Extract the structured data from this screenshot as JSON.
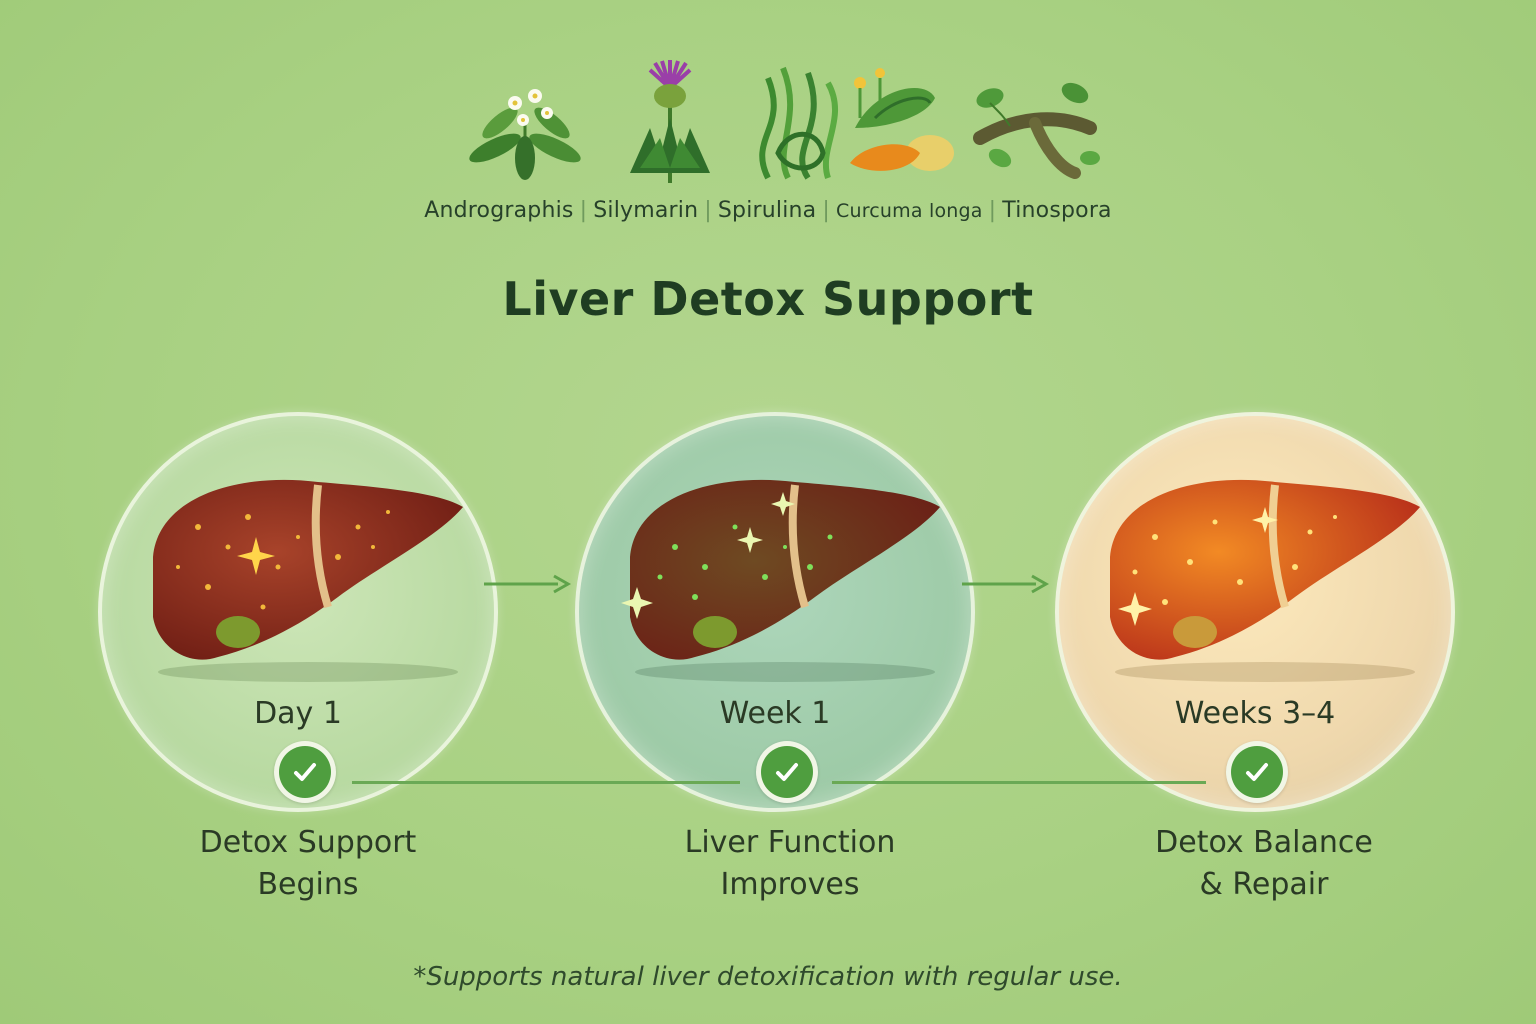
{
  "herbs": {
    "items": [
      {
        "name": "Andrographis",
        "icon": "andrographis-flower-icon"
      },
      {
        "name": "Silymarin",
        "icon": "milk-thistle-icon"
      },
      {
        "name": "Spirulina",
        "icon": "spirulina-seaweed-icon"
      },
      {
        "name": "Curcuma longa",
        "icon": "turmeric-root-icon"
      },
      {
        "name": "Tinospora",
        "icon": "tinospora-stem-icon"
      }
    ]
  },
  "title": "Liver Detox Support",
  "stages": [
    {
      "label": "Day 1",
      "caption_line1": "Detox Support",
      "caption_line2": "Begins",
      "icon": "liver-icon"
    },
    {
      "label": "Week 1",
      "caption_line1": "Liver Function",
      "caption_line2": "Improves",
      "icon": "liver-icon"
    },
    {
      "label": "Weeks 3–4",
      "caption_line1": "Detox Balance",
      "caption_line2": "& Repair",
      "icon": "liver-icon"
    }
  ],
  "footnote": "*Supports natural liver detoxification with regular use.",
  "colors": {
    "background": "#a9d183",
    "accent_green": "#4f9e3f",
    "title_text": "#1f3d22",
    "liver_day1": "#8e2a1c",
    "liver_week1": "#7d2e1c",
    "liver_weeks3_4": "#d8561c"
  }
}
